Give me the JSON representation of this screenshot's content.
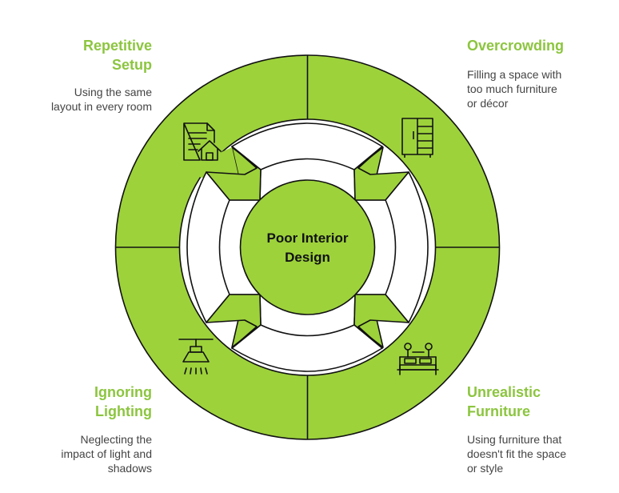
{
  "colors": {
    "accent": "#9dd23b",
    "stroke": "#111111",
    "title_text": "#8cc53f",
    "body_text": "#444444"
  },
  "center": {
    "label_line1": "Poor Interior",
    "label_line2": "Design"
  },
  "quadrants": {
    "top_left": {
      "title_line1": "Repetitive",
      "title_line2": "Setup",
      "desc_lines": [
        "Using the same",
        "layout in every room"
      ],
      "icon": "document-house-icon"
    },
    "top_right": {
      "title_line1": "Overcrowding",
      "desc_lines": [
        "Filling a space with",
        "too much furniture",
        "or décor"
      ],
      "icon": "wardrobe-icon"
    },
    "bottom_left": {
      "title_line1": "Ignoring",
      "title_line2": "Lighting",
      "desc_lines": [
        "Neglecting the",
        "impact of light and",
        "shadows"
      ],
      "icon": "ceiling-lamp-icon"
    },
    "bottom_right": {
      "title_line1": "Unrealistic",
      "title_line2": "Furniture",
      "desc_lines": [
        "Using furniture that",
        "doesn't fit the space",
        "or style"
      ],
      "icon": "bed-icon"
    }
  }
}
